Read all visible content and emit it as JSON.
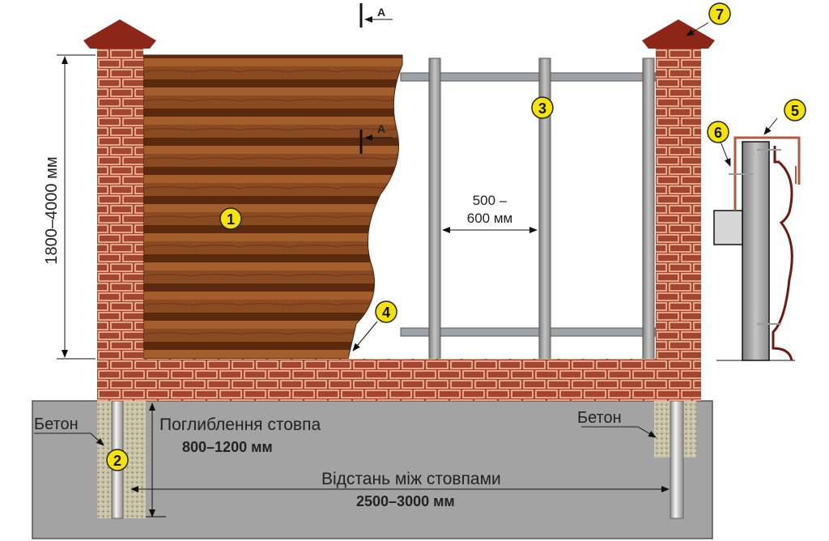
{
  "colors": {
    "brick": "#a5452f",
    "mortar": "#f1c9a6",
    "roof": "#8b2618",
    "wood": "#8a4a22",
    "wood_dark": "#5a2a10",
    "metal": "#9ea3a8",
    "ground": "#a3a3a3",
    "marker": "#f5e400"
  },
  "labels": {
    "height": "1800–4000 мм",
    "spacing_top": "500 –",
    "spacing_bottom": "600 мм",
    "depth_title": "Поглиблення стовпа",
    "depth_value": "800–1200 мм",
    "distance_title": "Відстань між стовпами",
    "distance_value": "2500–3000 мм",
    "concrete_left": "Бетон",
    "concrete_right": "Бетон",
    "section_top": "A",
    "section_mid": "A"
  },
  "markers": [
    "1",
    "2",
    "3",
    "4",
    "5",
    "6",
    "7"
  ]
}
